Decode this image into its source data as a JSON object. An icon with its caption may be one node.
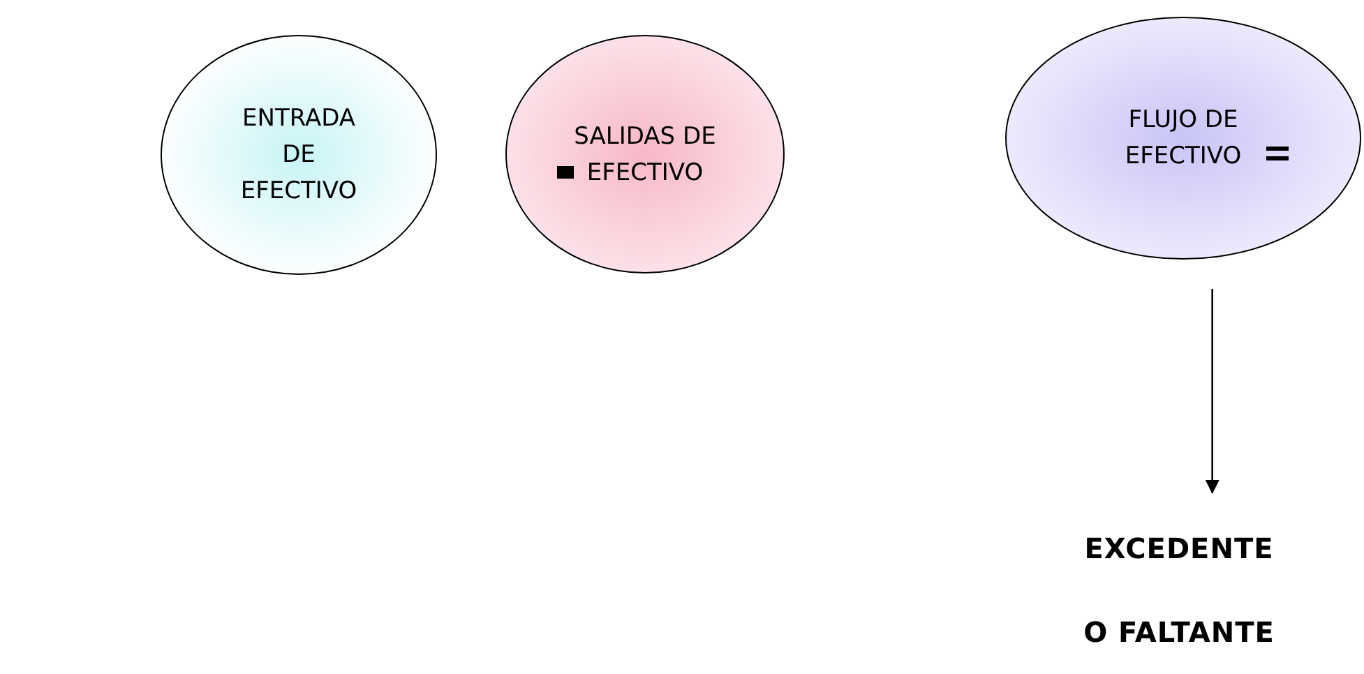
{
  "diagram": {
    "nodes": [
      {
        "text": [
          "ENTRADA DE EFECTIVO"
        ]
      },
      {
        "text": [
          "SALIDAS DE EFECTIVO"
        ]
      },
      {
        "text": [
          "FLUJO DE EFECTIVO"
        ]
      },
      {
        "text": [
          "EXCEDENTE",
          "O FALTANTE"
        ]
      }
    ],
    "edges": [
      {
        "from": 2,
        "to": 3,
        "arrow": "to"
      }
    ]
  }
}
